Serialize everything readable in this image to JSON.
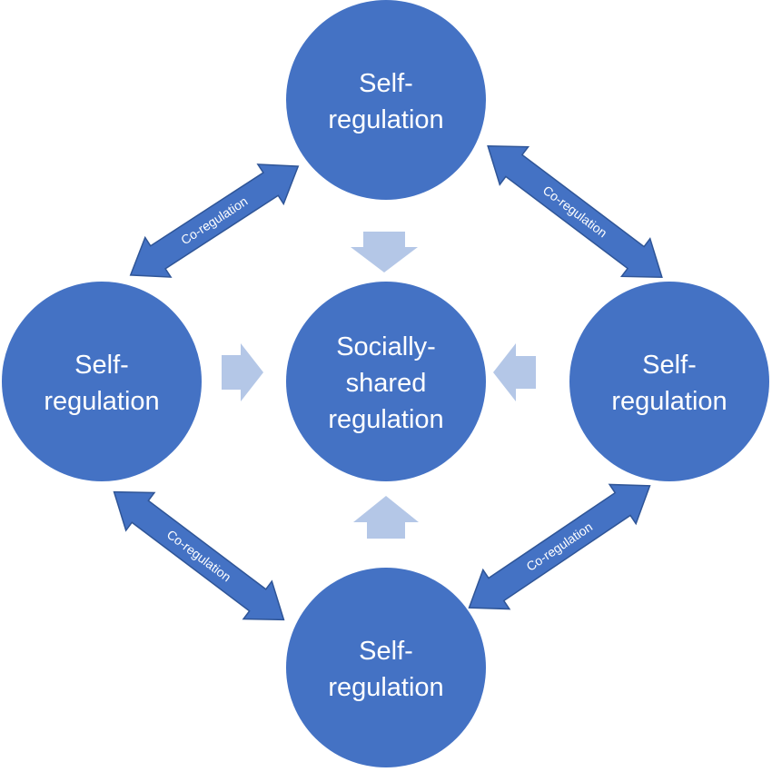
{
  "nodes": {
    "top": {
      "line1": "Self-",
      "line2": "regulation"
    },
    "left": {
      "line1": "Self-",
      "line2": "regulation"
    },
    "right": {
      "line1": "Self-",
      "line2": "regulation"
    },
    "bottom": {
      "line1": "Self-",
      "line2": "regulation"
    },
    "center": {
      "line1": "Socially-",
      "line2": "shared",
      "line3": "regulation"
    }
  },
  "connectors": {
    "top_left": "Co-regulation",
    "top_right": "Co-regulation",
    "bottom_left": "Co-regulation",
    "bottom_right": "Co-regulation"
  },
  "colors": {
    "node_fill": "#4472c4",
    "connector_fill": "#4472c4",
    "connector_outline": "#2f5597",
    "inward_arrow_fill": "#b4c7e7",
    "text": "#ffffff"
  }
}
